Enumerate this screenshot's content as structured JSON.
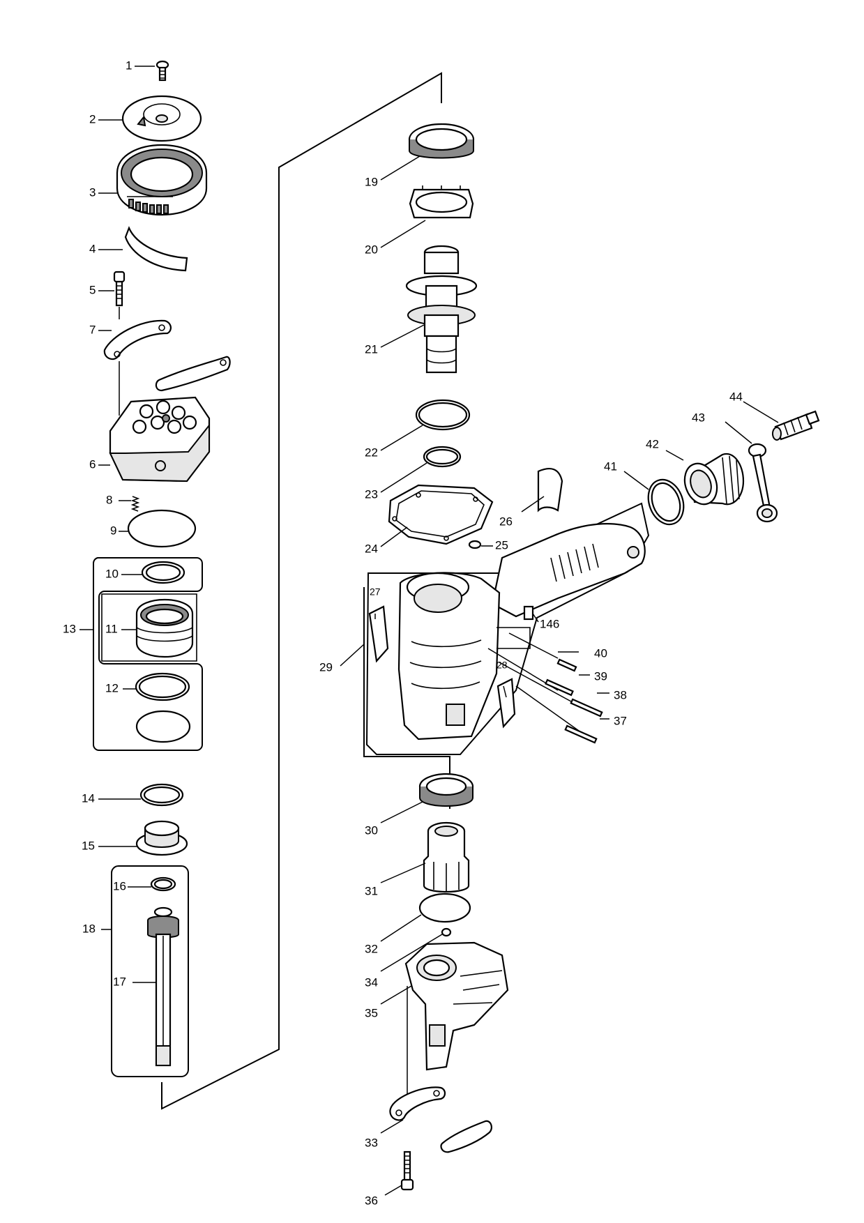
{
  "callouts": [
    {
      "id": "1",
      "text": "1"
    },
    {
      "id": "2",
      "text": "2"
    },
    {
      "id": "3",
      "text": "3"
    },
    {
      "id": "4",
      "text": "4"
    },
    {
      "id": "5",
      "text": "5"
    },
    {
      "id": "6",
      "text": "6"
    },
    {
      "id": "7",
      "text": "7"
    },
    {
      "id": "8",
      "text": "8"
    },
    {
      "id": "9",
      "text": "9"
    },
    {
      "id": "10",
      "text": "10"
    },
    {
      "id": "11",
      "text": "11"
    },
    {
      "id": "12",
      "text": "12"
    },
    {
      "id": "13",
      "text": "13"
    },
    {
      "id": "14",
      "text": "14"
    },
    {
      "id": "15",
      "text": "15"
    },
    {
      "id": "16",
      "text": "16"
    },
    {
      "id": "17",
      "text": "17"
    },
    {
      "id": "18",
      "text": "18"
    },
    {
      "id": "19",
      "text": "19"
    },
    {
      "id": "20",
      "text": "20"
    },
    {
      "id": "21",
      "text": "21"
    },
    {
      "id": "22",
      "text": "22"
    },
    {
      "id": "23",
      "text": "23"
    },
    {
      "id": "24",
      "text": "24"
    },
    {
      "id": "25",
      "text": "25"
    },
    {
      "id": "26",
      "text": "26"
    },
    {
      "id": "27",
      "text": "27"
    },
    {
      "id": "28",
      "text": "28"
    },
    {
      "id": "29",
      "text": "29"
    },
    {
      "id": "30",
      "text": "30"
    },
    {
      "id": "31",
      "text": "31"
    },
    {
      "id": "32",
      "text": "32"
    },
    {
      "id": "33",
      "text": "33"
    },
    {
      "id": "34",
      "text": "34"
    },
    {
      "id": "35",
      "text": "35"
    },
    {
      "id": "36",
      "text": "36"
    },
    {
      "id": "37",
      "text": "37"
    },
    {
      "id": "38",
      "text": "38"
    },
    {
      "id": "39",
      "text": "39"
    },
    {
      "id": "40",
      "text": "40"
    },
    {
      "id": "41",
      "text": "41"
    },
    {
      "id": "42",
      "text": "42"
    },
    {
      "id": "43",
      "text": "43"
    },
    {
      "id": "44",
      "text": "44"
    },
    {
      "id": "146",
      "text": "146"
    }
  ]
}
